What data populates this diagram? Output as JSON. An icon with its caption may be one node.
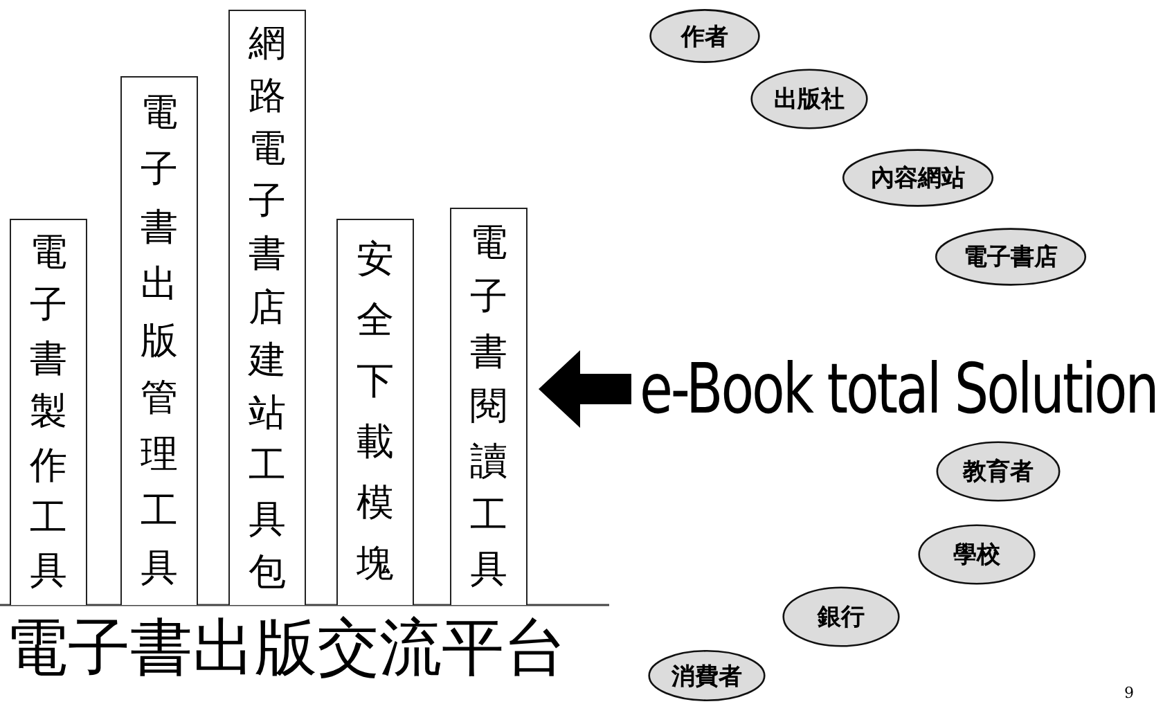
{
  "diagram": {
    "nodes": [
      {
        "text": [
          "電子書製作工具"
        ]
      },
      {
        "text": [
          "電子書出版管理工具"
        ]
      },
      {
        "text": [
          "網路電子書店建站工具包"
        ]
      },
      {
        "text": [
          "安全下載模塊"
        ]
      },
      {
        "text": [
          "電子書閱讀工具"
        ]
      },
      {
        "text": [
          "e-Book total Solution"
        ]
      },
      {
        "text": [
          "作者"
        ]
      },
      {
        "text": [
          "出版社"
        ]
      },
      {
        "text": [
          "內容網站"
        ]
      },
      {
        "text": [
          "電子書店"
        ]
      },
      {
        "text": [
          "教育者"
        ]
      },
      {
        "text": [
          "學校"
        ]
      },
      {
        "text": [
          "銀行"
        ]
      },
      {
        "text": [
          "消費者"
        ]
      }
    ],
    "edges": [
      {
        "from": 5,
        "to": 4,
        "arrow": "to",
        "style": "thick"
      }
    ],
    "labels": [
      "電子書出版交流平台",
      "9"
    ]
  }
}
